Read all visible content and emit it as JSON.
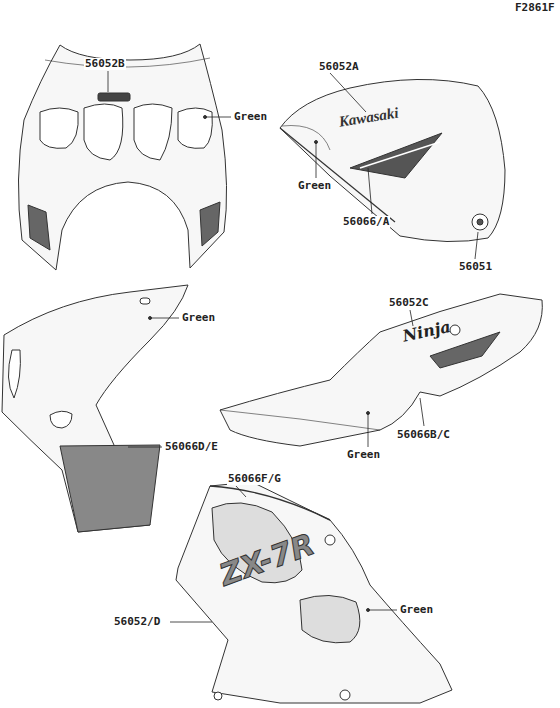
{
  "diagram": {
    "labels": [
      "F2861F",
      "56052B",
      "Green",
      "56052A",
      "Kawasaki",
      "Green",
      "56066/A",
      "56051",
      "56052C",
      "Ninja",
      "Green",
      "56066D/E",
      "56066B/C",
      "Green",
      "56066F/G",
      "ZX-7R",
      "56052/D",
      "Green"
    ]
  }
}
